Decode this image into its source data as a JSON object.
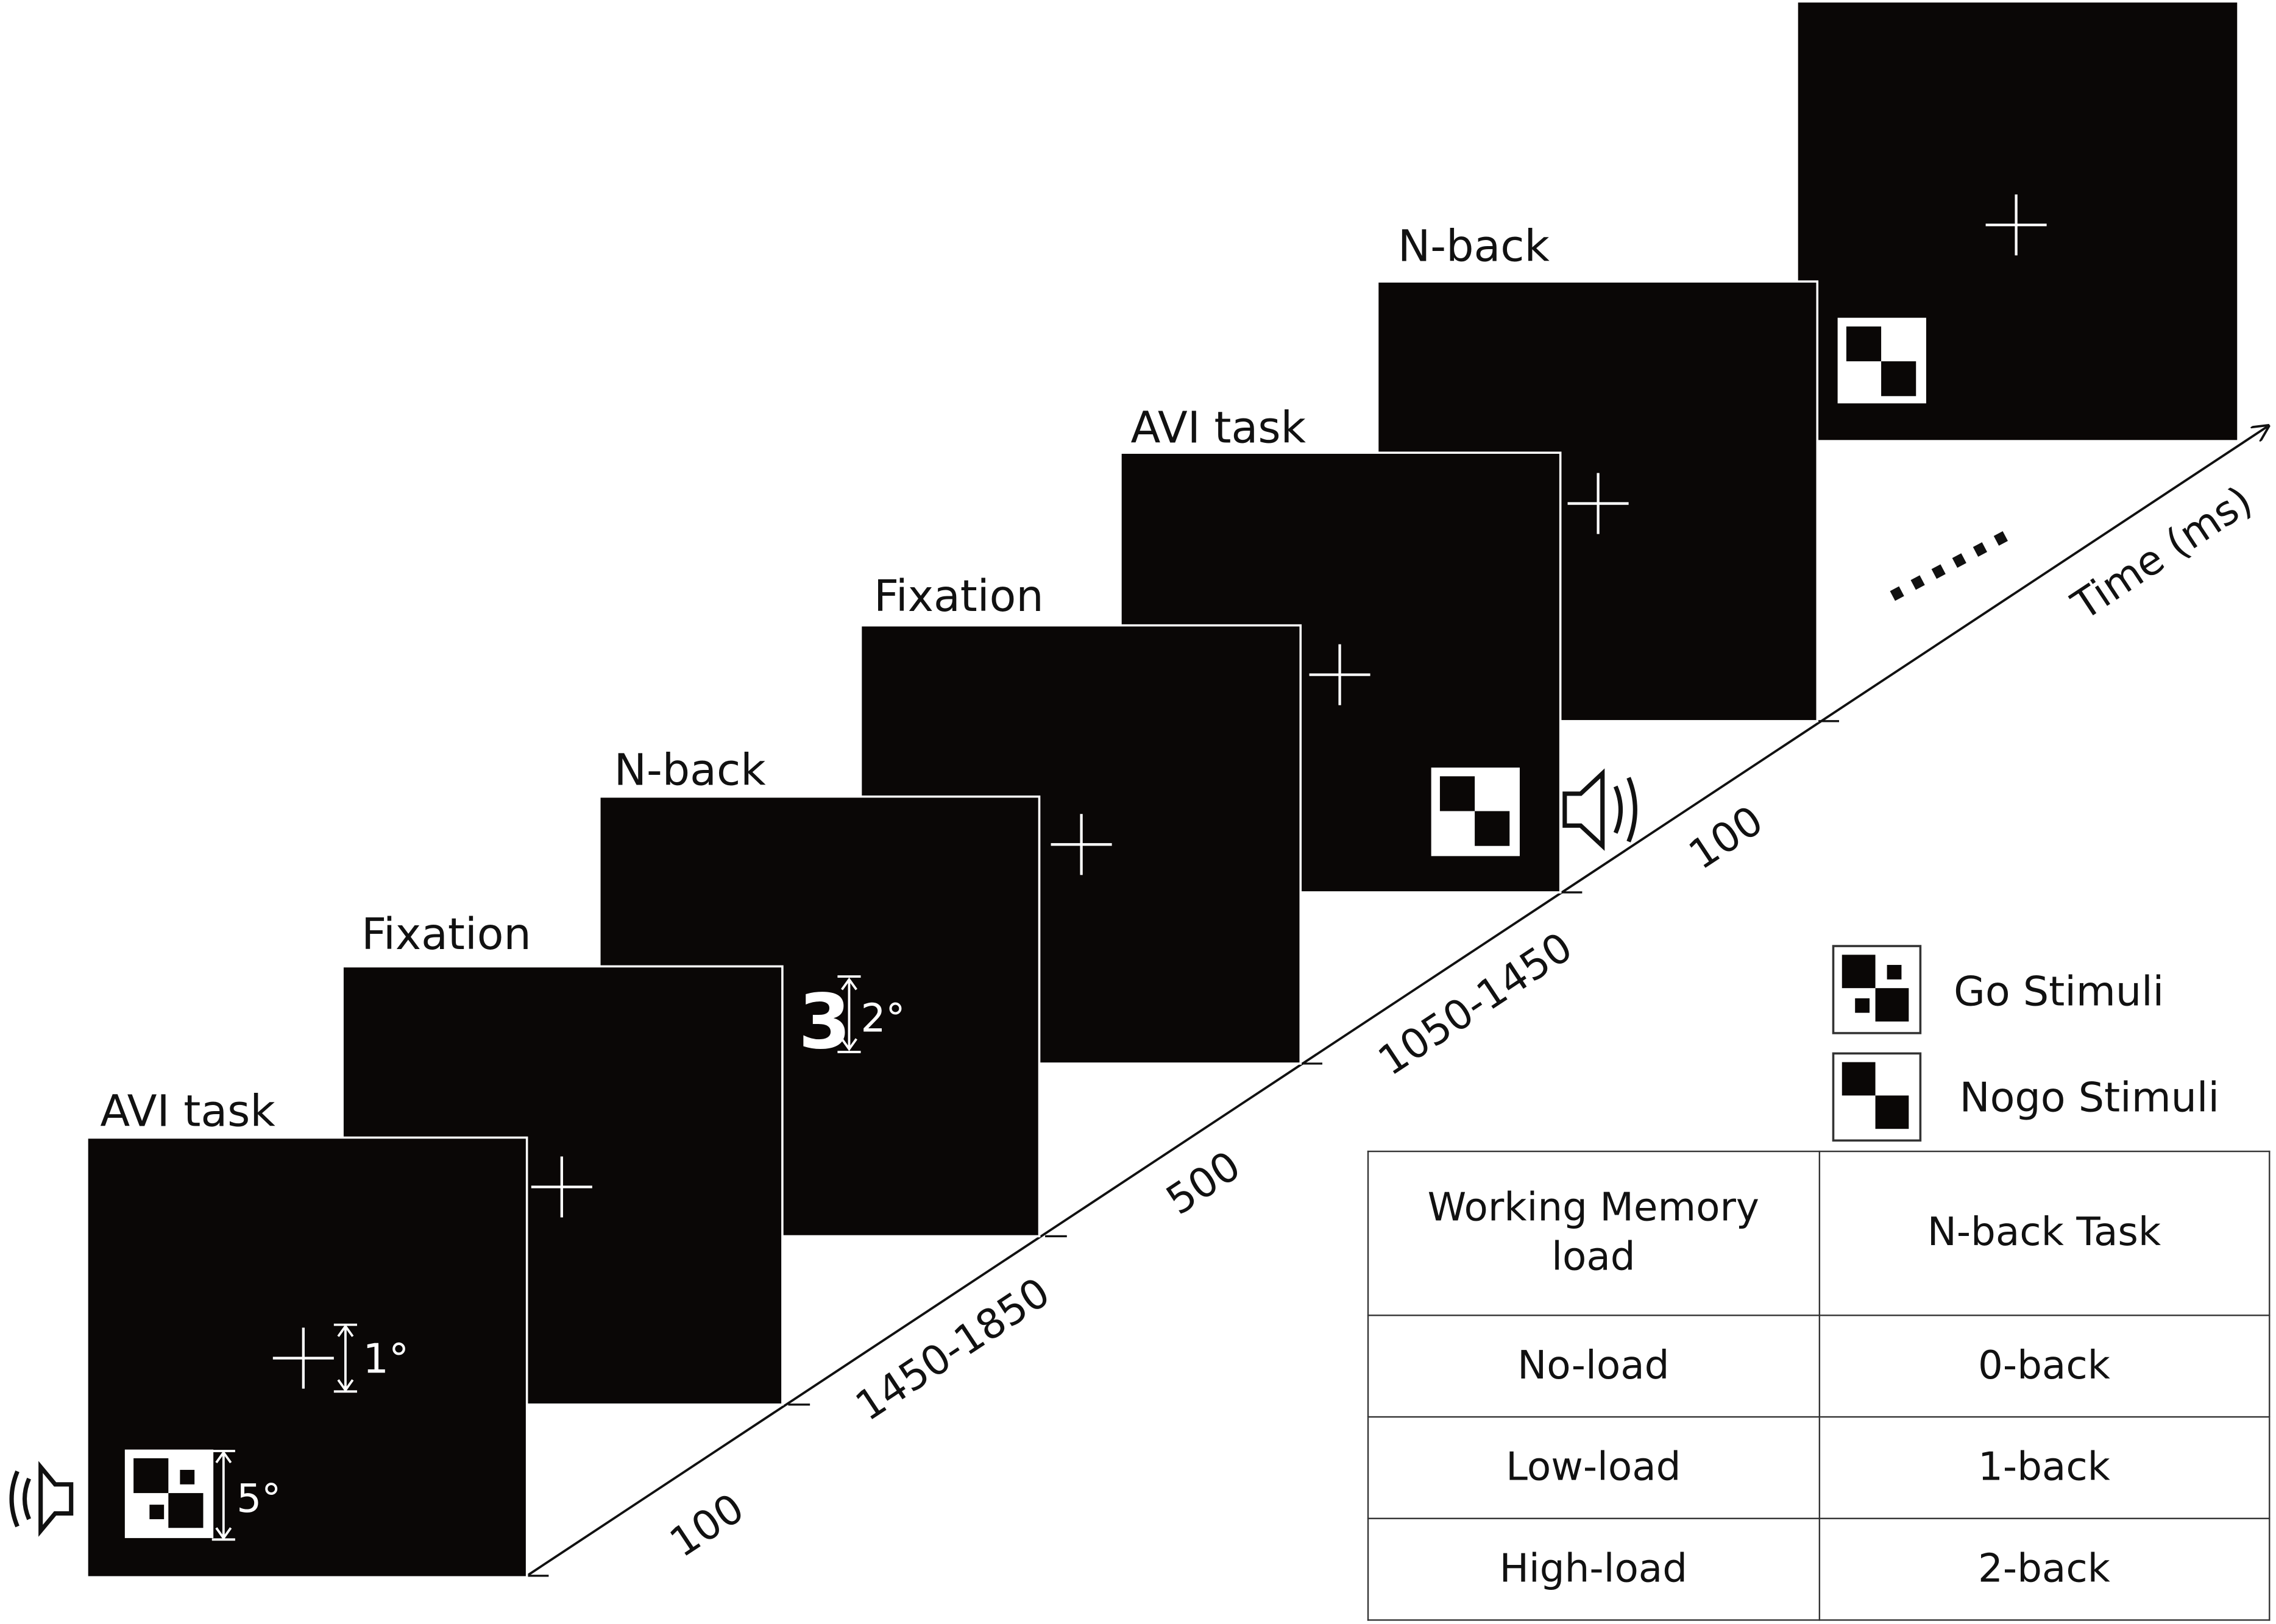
{
  "screens": [
    {
      "label": "AVI task"
    },
    {
      "label": "Fixation"
    },
    {
      "label": "N-back"
    },
    {
      "label": "Fixation"
    },
    {
      "label": "AVI task"
    },
    {
      "label": "N-back"
    },
    {
      "label": ""
    }
  ],
  "annotations": {
    "fixation_size": "1°",
    "stimulus_size": "5°",
    "digit": "3",
    "digit_size": "2°"
  },
  "durations": [
    "100",
    "1450-1850",
    "500",
    "1050-1450",
    "100"
  ],
  "axis": {
    "label": "Time (ms)",
    "continuation": "......"
  },
  "legend": {
    "go": "Go Stimuli",
    "nogo": "Nogo Stimuli"
  },
  "table": {
    "headers": [
      "Working Memory load",
      "N-back Task"
    ],
    "rows": [
      [
        "No-load",
        "0-back"
      ],
      [
        "Low-load",
        "1-back"
      ],
      [
        "High-load",
        "2-back"
      ]
    ]
  }
}
